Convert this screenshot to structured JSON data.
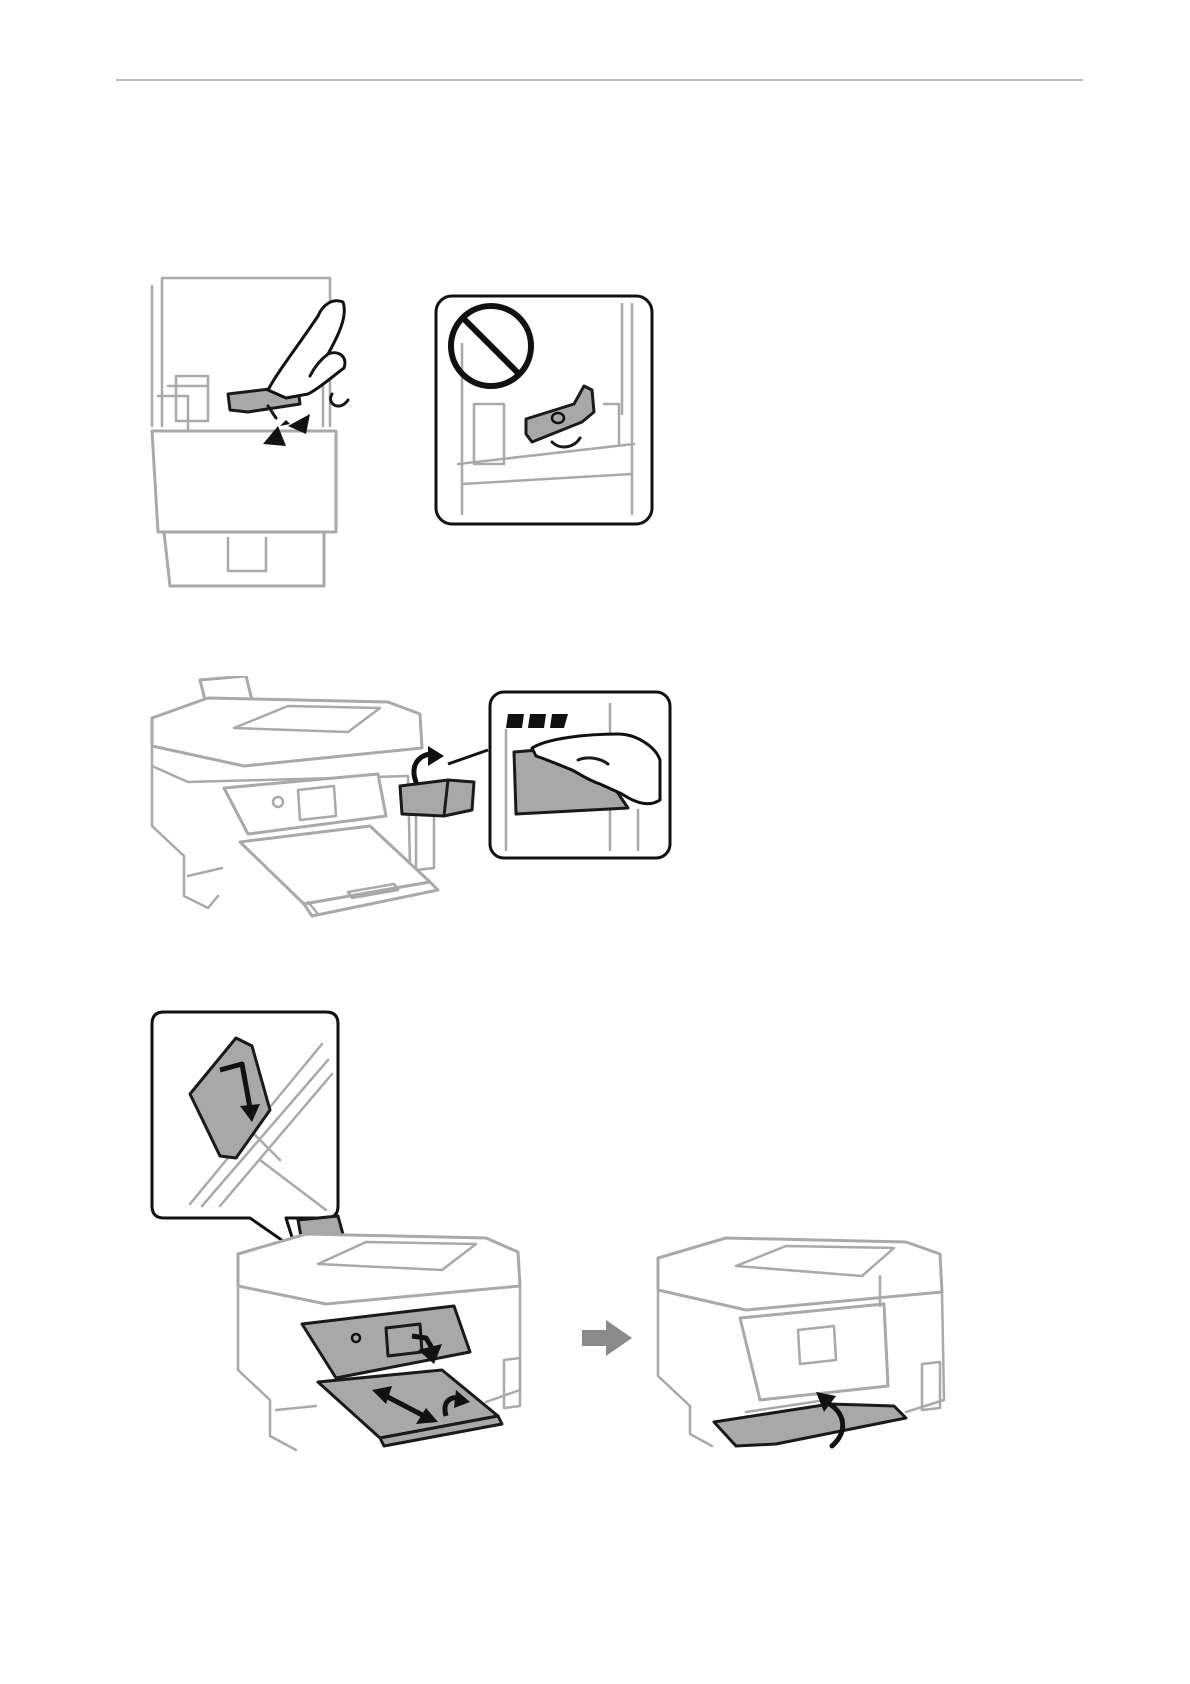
{
  "page": {
    "header_rule": true,
    "colors": {
      "outline": "#a9a9a9",
      "highlight": "#a8a8a8",
      "ink": "#111111"
    }
  },
  "steps": [
    {
      "illustration": "press-ink-tank-lid-closed",
      "callout": "prohibited-lid-not-fully-closed"
    },
    {
      "illustration": "close-scanner-unit-ink-cover",
      "callout": "hand-closing-ink-tank-cover"
    },
    {
      "illustration": "close-control-panel-and-output-tray",
      "callout": "paper-cassette-guide-detail",
      "next_arrow": "right-arrow-icon"
    }
  ]
}
